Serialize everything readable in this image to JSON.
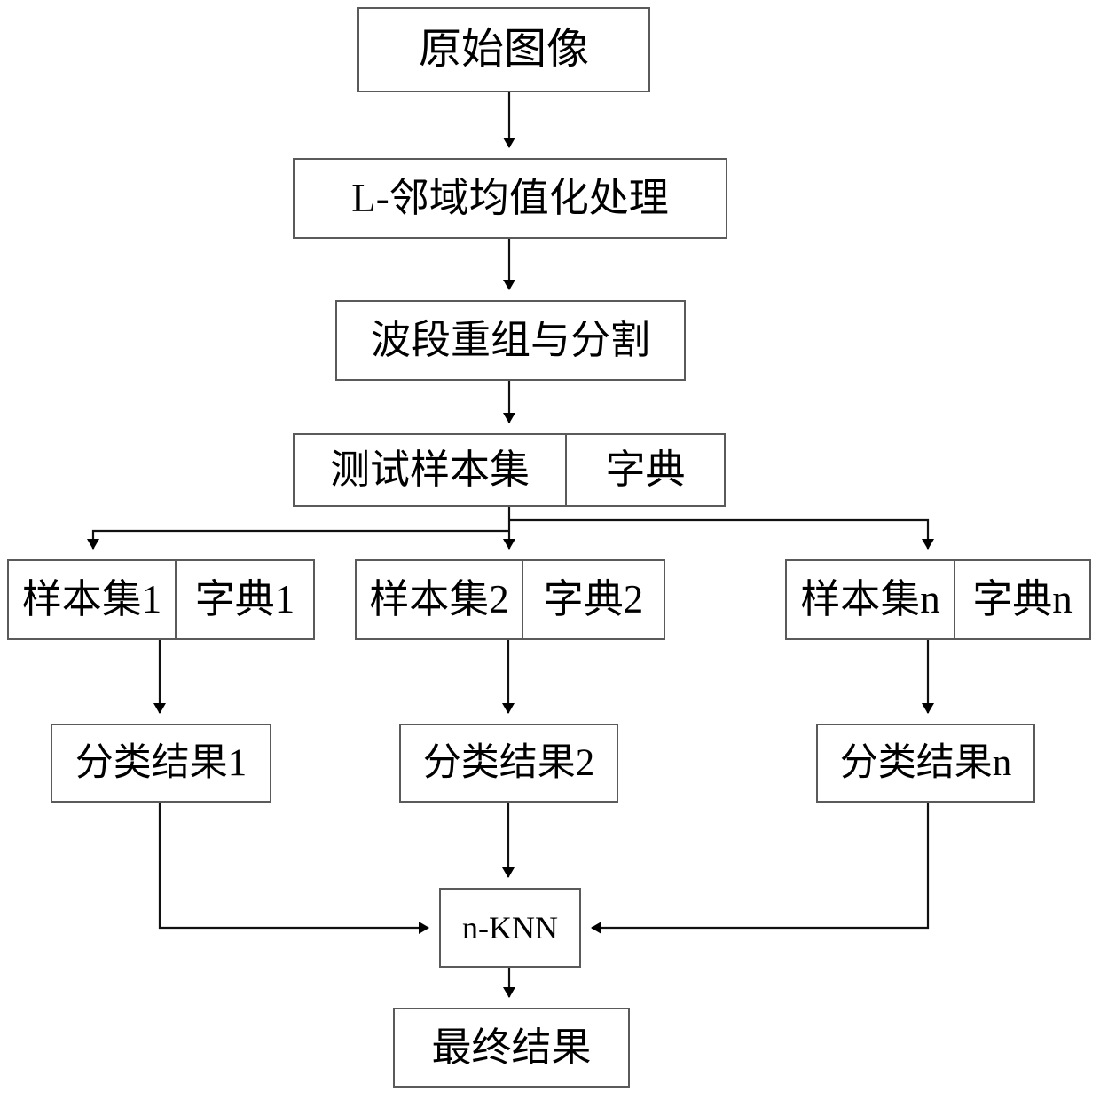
{
  "diagram": {
    "title": "Hyperspectral image classification flowchart",
    "stroke_color": "#5a5a5a",
    "text_color": "#000000",
    "background_color": "#ffffff",
    "nodes": {
      "source_image": "原始图像",
      "l_neighborhood_mean": "L-邻域均值化处理",
      "band_recombine_split": "波段重组与分割",
      "test_sample_set": "测试样本集",
      "dictionary": "字典",
      "sample_set_1": "样本集1",
      "dictionary_1": "字典1",
      "sample_set_2": "样本集2",
      "dictionary_2": "字典2",
      "sample_set_n": "样本集n",
      "dictionary_n": "字典n",
      "class_result_1": "分类结果1",
      "class_result_2": "分类结果2",
      "class_result_n": "分类结果n",
      "n_knn": "n-KNN",
      "final_result": "最终结果"
    }
  },
  "chart_data": {
    "type": "diagram",
    "title": "原始图像 → L-邻域均值化处理 → 波段重组与分割 → 测试样本集/字典 → n 分支 → n-KNN → 最终结果",
    "layout": "top-down flowchart",
    "nodes": [
      {
        "id": "source_image",
        "label": "原始图像",
        "row": 0
      },
      {
        "id": "l_neighborhood_mean",
        "label": "L-邻域均值化处理",
        "row": 1
      },
      {
        "id": "band_recombine_split",
        "label": "波段重组与分割",
        "row": 2
      },
      {
        "id": "test_dict",
        "label": "测试样本集 | 字典",
        "row": 3,
        "cells": [
          "测试样本集",
          "字典"
        ]
      },
      {
        "id": "set1",
        "label": "样本集1 | 字典1",
        "row": 4,
        "cells": [
          "样本集1",
          "字典1"
        ]
      },
      {
        "id": "set2",
        "label": "样本集2 | 字典2",
        "row": 4,
        "cells": [
          "样本集2",
          "字典2"
        ]
      },
      {
        "id": "setn",
        "label": "样本集n | 字典n",
        "row": 4,
        "cells": [
          "样本集n",
          "字典n"
        ]
      },
      {
        "id": "res1",
        "label": "分类结果1",
        "row": 5
      },
      {
        "id": "res2",
        "label": "分类结果2",
        "row": 5
      },
      {
        "id": "resn",
        "label": "分类结果n",
        "row": 5
      },
      {
        "id": "nknn",
        "label": "n-KNN",
        "row": 6
      },
      {
        "id": "final",
        "label": "最终结果",
        "row": 7
      }
    ],
    "edges": [
      {
        "from": "source_image",
        "to": "l_neighborhood_mean"
      },
      {
        "from": "l_neighborhood_mean",
        "to": "band_recombine_split"
      },
      {
        "from": "band_recombine_split",
        "to": "test_dict"
      },
      {
        "from": "test_dict",
        "to": "set1"
      },
      {
        "from": "test_dict",
        "to": "set2"
      },
      {
        "from": "test_dict",
        "to": "setn"
      },
      {
        "from": "set1",
        "to": "res1"
      },
      {
        "from": "set2",
        "to": "res2"
      },
      {
        "from": "setn",
        "to": "resn"
      },
      {
        "from": "res1",
        "to": "nknn"
      },
      {
        "from": "res2",
        "to": "nknn"
      },
      {
        "from": "resn",
        "to": "nknn"
      },
      {
        "from": "nknn",
        "to": "final"
      }
    ]
  }
}
